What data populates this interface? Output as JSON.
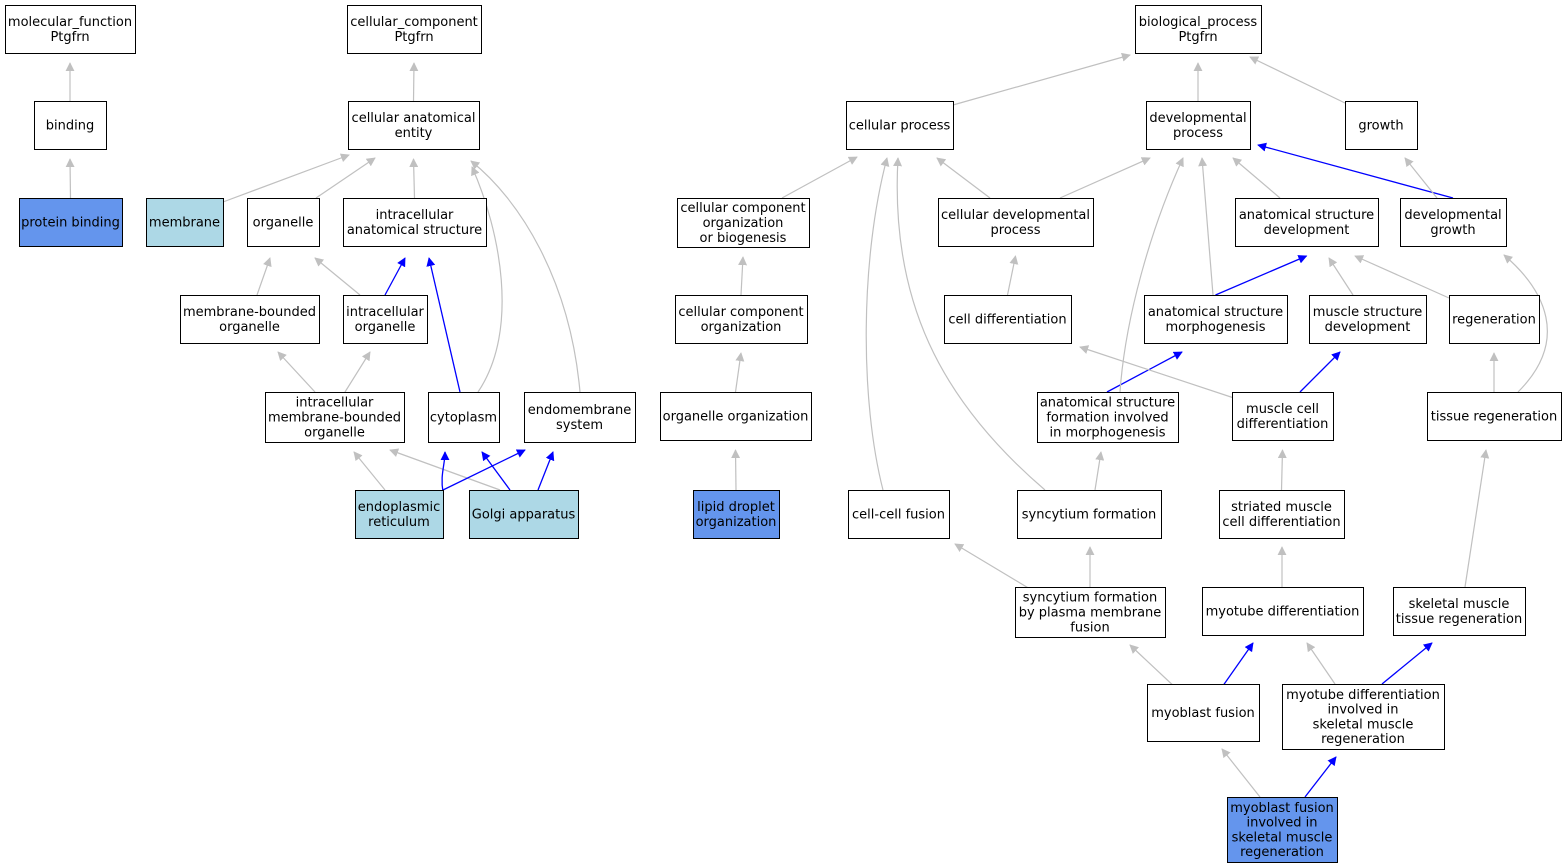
{
  "colors": {
    "plain": "#ffffff",
    "component_hit": "#add8e6",
    "annotated": "#6495ed",
    "edge_grey": "#c0c0c0",
    "edge_blue": "#0000ff"
  },
  "nodes": {
    "mf_root": {
      "label": [
        "molecular_function",
        "Ptgfrn"
      ],
      "fill": "plain"
    },
    "binding": {
      "label": [
        "binding"
      ],
      "fill": "plain"
    },
    "protein_binding": {
      "label": [
        "protein binding"
      ],
      "fill": "annotated"
    },
    "cc_root": {
      "label": [
        "cellular_component",
        "Ptgfrn"
      ],
      "fill": "plain"
    },
    "cae": {
      "label": [
        "cellular anatomical",
        "entity"
      ],
      "fill": "plain"
    },
    "membrane": {
      "label": [
        "membrane"
      ],
      "fill": "component_hit"
    },
    "organelle": {
      "label": [
        "organelle"
      ],
      "fill": "plain"
    },
    "ias": {
      "label": [
        "intracellular",
        "anatomical structure"
      ],
      "fill": "plain"
    },
    "mbo": {
      "label": [
        "membrane-bounded",
        "organelle"
      ],
      "fill": "plain"
    },
    "io": {
      "label": [
        "intracellular",
        "organelle"
      ],
      "fill": "plain"
    },
    "imbo": {
      "label": [
        "intracellular",
        "membrane-bounded",
        "organelle"
      ],
      "fill": "plain"
    },
    "cytoplasm": {
      "label": [
        "cytoplasm"
      ],
      "fill": "plain"
    },
    "endomembrane": {
      "label": [
        "endomembrane",
        "system"
      ],
      "fill": "plain"
    },
    "er": {
      "label": [
        "endoplasmic",
        "reticulum"
      ],
      "fill": "component_hit"
    },
    "golgi": {
      "label": [
        "Golgi apparatus"
      ],
      "fill": "component_hit"
    },
    "bp_root": {
      "label": [
        "biological_process",
        "Ptgfrn"
      ],
      "fill": "plain"
    },
    "cellular_process": {
      "label": [
        "cellular process"
      ],
      "fill": "plain"
    },
    "dev_process": {
      "label": [
        "developmental",
        "process"
      ],
      "fill": "plain"
    },
    "growth": {
      "label": [
        "growth"
      ],
      "fill": "plain"
    },
    "ccob": {
      "label": [
        "cellular component",
        "organization",
        "or biogenesis"
      ],
      "fill": "plain"
    },
    "cdp": {
      "label": [
        "cellular developmental",
        "process"
      ],
      "fill": "plain"
    },
    "asd": {
      "label": [
        "anatomical structure",
        "development"
      ],
      "fill": "plain"
    },
    "dev_growth": {
      "label": [
        "developmental",
        "growth"
      ],
      "fill": "plain"
    },
    "cco": {
      "label": [
        "cellular component",
        "organization"
      ],
      "fill": "plain"
    },
    "cell_diff": {
      "label": [
        "cell differentiation"
      ],
      "fill": "plain"
    },
    "asm": {
      "label": [
        "anatomical structure",
        "morphogenesis"
      ],
      "fill": "plain"
    },
    "msd": {
      "label": [
        "muscle structure",
        "development"
      ],
      "fill": "plain"
    },
    "regeneration": {
      "label": [
        "regeneration"
      ],
      "fill": "plain"
    },
    "org_org": {
      "label": [
        "organelle organization"
      ],
      "fill": "plain"
    },
    "asfim": {
      "label": [
        "anatomical structure",
        "formation involved",
        "in morphogenesis"
      ],
      "fill": "plain"
    },
    "mcd": {
      "label": [
        "muscle cell",
        "differentiation"
      ],
      "fill": "plain"
    },
    "tissue_regen": {
      "label": [
        "tissue regeneration"
      ],
      "fill": "plain"
    },
    "ldo": {
      "label": [
        "lipid droplet",
        "organization"
      ],
      "fill": "annotated"
    },
    "ccf": {
      "label": [
        "cell-cell fusion"
      ],
      "fill": "plain"
    },
    "syncytium": {
      "label": [
        "syncytium formation"
      ],
      "fill": "plain"
    },
    "smcd": {
      "label": [
        "striated muscle",
        "cell differentiation"
      ],
      "fill": "plain"
    },
    "sfpmf": {
      "label": [
        "syncytium formation",
        "by plasma membrane",
        "fusion"
      ],
      "fill": "plain"
    },
    "myotube_diff": {
      "label": [
        "myotube differentiation"
      ],
      "fill": "plain"
    },
    "smtr": {
      "label": [
        "skeletal muscle",
        "tissue regeneration"
      ],
      "fill": "plain"
    },
    "myoblast_fusion": {
      "label": [
        "myoblast fusion"
      ],
      "fill": "plain"
    },
    "mdismr": {
      "label": [
        "myotube differentiation",
        "involved in",
        "skeletal muscle",
        "regeneration"
      ],
      "fill": "plain"
    },
    "mfismr": {
      "label": [
        "myoblast fusion",
        "involved in",
        "skeletal muscle",
        "regeneration"
      ],
      "fill": "annotated"
    }
  },
  "edges": [
    {
      "from": "binding",
      "to": "mf_root",
      "color": "edge_grey"
    },
    {
      "from": "protein_binding",
      "to": "binding",
      "color": "edge_grey"
    },
    {
      "from": "cae",
      "to": "cc_root",
      "color": "edge_grey"
    },
    {
      "from": "membrane",
      "to": "cae",
      "color": "edge_grey"
    },
    {
      "from": "organelle",
      "to": "cae",
      "color": "edge_grey"
    },
    {
      "from": "ias",
      "to": "cae",
      "color": "edge_grey"
    },
    {
      "from": "cytoplasm",
      "to": "cae",
      "color": "edge_grey"
    },
    {
      "from": "endomembrane",
      "to": "cae",
      "color": "edge_grey"
    },
    {
      "from": "mbo",
      "to": "organelle",
      "color": "edge_grey"
    },
    {
      "from": "io",
      "to": "organelle",
      "color": "edge_grey"
    },
    {
      "from": "io",
      "to": "ias",
      "color": "edge_blue"
    },
    {
      "from": "cytoplasm",
      "to": "ias",
      "color": "edge_blue"
    },
    {
      "from": "imbo",
      "to": "mbo",
      "color": "edge_grey"
    },
    {
      "from": "imbo",
      "to": "io",
      "color": "edge_grey"
    },
    {
      "from": "er",
      "to": "imbo",
      "color": "edge_grey"
    },
    {
      "from": "golgi",
      "to": "imbo",
      "color": "edge_grey"
    },
    {
      "from": "er",
      "to": "cytoplasm",
      "color": "edge_blue"
    },
    {
      "from": "golgi",
      "to": "cytoplasm",
      "color": "edge_blue"
    },
    {
      "from": "er",
      "to": "endomembrane",
      "color": "edge_blue"
    },
    {
      "from": "golgi",
      "to": "endomembrane",
      "color": "edge_blue"
    },
    {
      "from": "cellular_process",
      "to": "bp_root",
      "color": "edge_grey"
    },
    {
      "from": "dev_process",
      "to": "bp_root",
      "color": "edge_grey"
    },
    {
      "from": "growth",
      "to": "bp_root",
      "color": "edge_grey"
    },
    {
      "from": "ccob",
      "to": "cellular_process",
      "color": "edge_grey"
    },
    {
      "from": "cdp",
      "to": "cellular_process",
      "color": "edge_grey"
    },
    {
      "from": "cdp",
      "to": "dev_process",
      "color": "edge_grey"
    },
    {
      "from": "asd",
      "to": "dev_process",
      "color": "edge_grey"
    },
    {
      "from": "dev_growth",
      "to": "dev_process",
      "color": "edge_blue"
    },
    {
      "from": "dev_growth",
      "to": "growth",
      "color": "edge_grey"
    },
    {
      "from": "cco",
      "to": "ccob",
      "color": "edge_grey"
    },
    {
      "from": "cell_diff",
      "to": "cdp",
      "color": "edge_grey"
    },
    {
      "from": "asm",
      "to": "asd",
      "color": "edge_blue"
    },
    {
      "from": "asm",
      "to": "dev_process",
      "color": "edge_grey"
    },
    {
      "from": "msd",
      "to": "asd",
      "color": "edge_grey"
    },
    {
      "from": "regeneration",
      "to": "asd",
      "color": "edge_grey"
    },
    {
      "from": "org_org",
      "to": "cco",
      "color": "edge_grey"
    },
    {
      "from": "asfim",
      "to": "asm",
      "color": "edge_blue"
    },
    {
      "from": "asfim",
      "to": "dev_process",
      "color": "edge_grey"
    },
    {
      "from": "mcd",
      "to": "cell_diff",
      "color": "edge_grey"
    },
    {
      "from": "mcd",
      "to": "msd",
      "color": "edge_blue"
    },
    {
      "from": "tissue_regen",
      "to": "regeneration",
      "color": "edge_grey"
    },
    {
      "from": "tissue_regen",
      "to": "dev_growth",
      "color": "edge_grey"
    },
    {
      "from": "ldo",
      "to": "org_org",
      "color": "edge_grey"
    },
    {
      "from": "ccf",
      "to": "cellular_process",
      "color": "edge_grey"
    },
    {
      "from": "syncytium",
      "to": "cellular_process",
      "color": "edge_grey"
    },
    {
      "from": "syncytium",
      "to": "asfim",
      "color": "edge_grey"
    },
    {
      "from": "smcd",
      "to": "mcd",
      "color": "edge_grey"
    },
    {
      "from": "sfpmf",
      "to": "ccf",
      "color": "edge_grey"
    },
    {
      "from": "sfpmf",
      "to": "syncytium",
      "color": "edge_grey"
    },
    {
      "from": "myotube_diff",
      "to": "smcd",
      "color": "edge_grey"
    },
    {
      "from": "smtr",
      "to": "tissue_regen",
      "color": "edge_grey"
    },
    {
      "from": "myoblast_fusion",
      "to": "sfpmf",
      "color": "edge_grey"
    },
    {
      "from": "myoblast_fusion",
      "to": "myotube_diff",
      "color": "edge_blue"
    },
    {
      "from": "mdismr",
      "to": "myotube_diff",
      "color": "edge_grey"
    },
    {
      "from": "mdismr",
      "to": "smtr",
      "color": "edge_blue"
    },
    {
      "from": "mfismr",
      "to": "myoblast_fusion",
      "color": "edge_grey"
    },
    {
      "from": "mfismr",
      "to": "mdismr",
      "color": "edge_blue"
    }
  ]
}
